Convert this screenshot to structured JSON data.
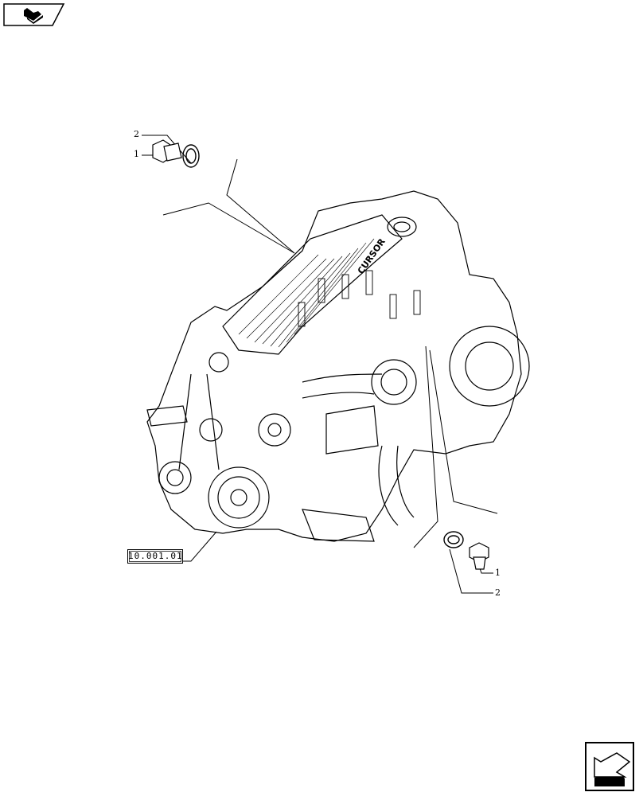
{
  "header": {
    "icon": "book-open-icon"
  },
  "diagram": {
    "callouts_top_left": [
      {
        "label": "1"
      },
      {
        "label": "2"
      }
    ],
    "callouts_bottom_right": [
      {
        "label": "1"
      },
      {
        "label": "2"
      }
    ],
    "reference": "10.001.01",
    "engine_brand": "CURSOR"
  },
  "footer": {
    "icon": "previous-page-arrow-icon"
  }
}
